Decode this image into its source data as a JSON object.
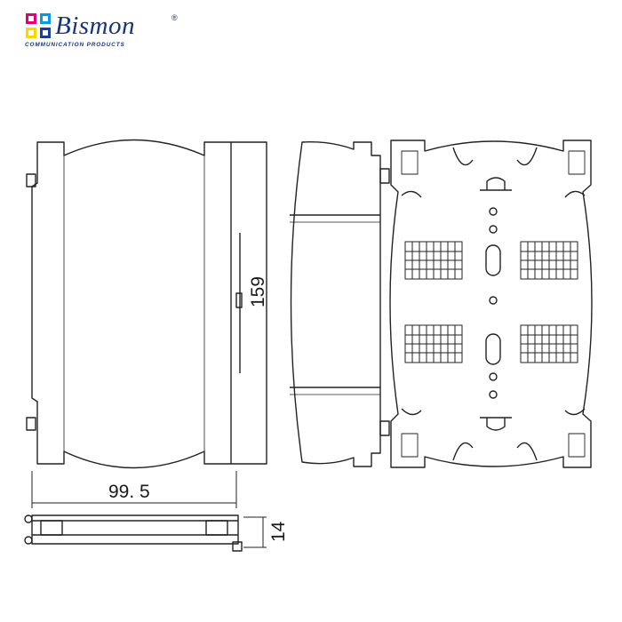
{
  "brand": {
    "name": "Bismon",
    "registered": "®",
    "tagline": "COMMUNICATION PRODUCTS",
    "colors": {
      "text": "#16357a",
      "magenta": "#e2007a",
      "cyan": "#009ee0",
      "yellow": "#ffd500",
      "blue": "#1d3f93"
    }
  },
  "dimensions": {
    "height": "159",
    "width": "99. 5",
    "depth": "14"
  }
}
